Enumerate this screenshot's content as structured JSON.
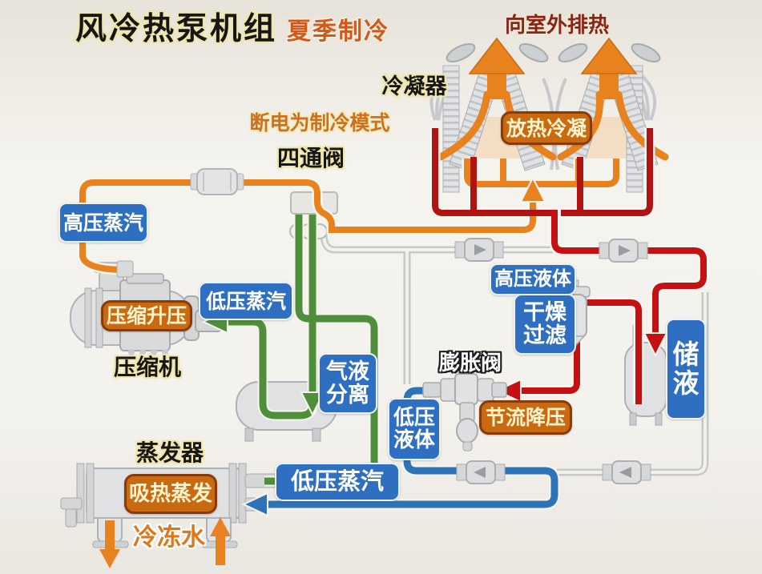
{
  "title": {
    "main": "风冷热泵机组",
    "mode": "夏季制冷"
  },
  "labels": {
    "outdoor_heat": "向室外排热",
    "condenser": "冷凝器",
    "power_off_mode": "断电为制冷模式",
    "four_way_valve": "四通阀",
    "high_pressure_vapor": "高压蒸汽",
    "low_pressure_vapor_mid": "低压蒸汽",
    "compress": "压缩升压",
    "compressor": "压缩机",
    "gas_liquid_separation": "气液分离",
    "condense": "放热冷凝",
    "high_pressure_liquid": "高压液体",
    "dry_filter": "干燥过滤",
    "expansion_valve": "膨胀阀",
    "throttle": "节流降压",
    "low_pressure_liquid": "低压液体",
    "liquid_storage": "储液",
    "evaporator": "蒸发器",
    "evaporate": "吸热蒸发",
    "low_pressure_vapor_bottom": "低压蒸汽",
    "chilled_water": "冷冻水"
  },
  "colors": {
    "hot_gas_pipe": "#e8821e",
    "condensed_pipe": "#b11212",
    "liquid_pipe": "#c41212",
    "suction_pipe": "#4f8f3c",
    "low_pressure_liquid_pipe": "#2e72b8",
    "inactive_pipe": "#c6cac5",
    "label_blue": "#2e6fc1",
    "label_orange": "#c96a10",
    "title_halo": "#efe6ae"
  }
}
